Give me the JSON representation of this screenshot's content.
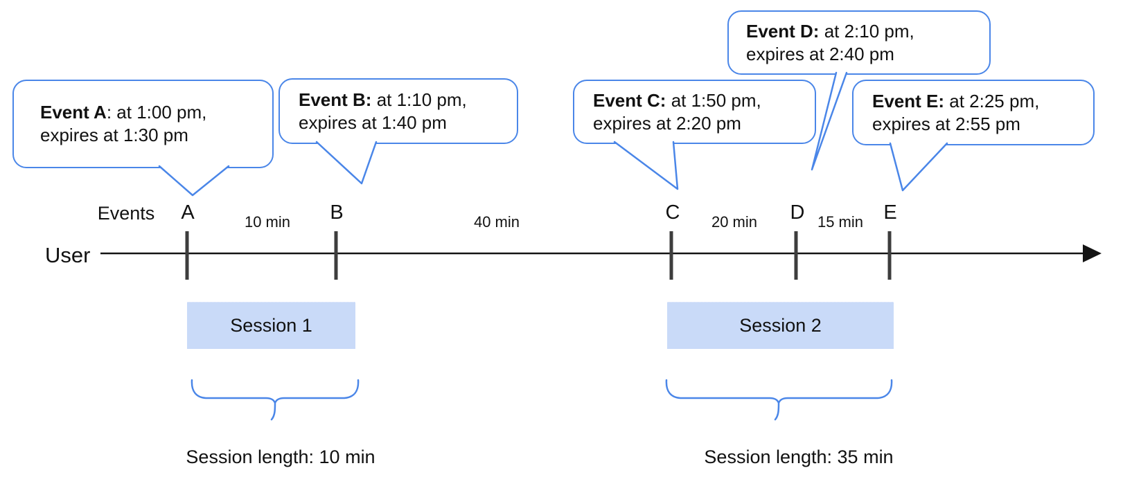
{
  "diagram": {
    "events_axis_label": "Events",
    "user_label": "User"
  },
  "events": [
    {
      "letter": "A",
      "bold": "Event A",
      "rest": ": at 1:00 pm,",
      "line2": "expires at 1:30 pm"
    },
    {
      "letter": "B",
      "bold": "Event B:",
      "rest": " at 1:10 pm,",
      "line2": "expires at 1:40 pm"
    },
    {
      "letter": "C",
      "bold": "Event C:",
      "rest": " at 1:50 pm,",
      "line2": "expires at 2:20 pm"
    },
    {
      "letter": "D",
      "bold": "Event D:",
      "rest": " at 2:10 pm,",
      "line2": "expires at 2:40 pm"
    },
    {
      "letter": "E",
      "bold": "Event E:",
      "rest": " at 2:25 pm,",
      "line2": "expires at 2:55 pm"
    }
  ],
  "gaps": [
    {
      "label": "10 min"
    },
    {
      "label": "40 min"
    },
    {
      "label": "20 min"
    },
    {
      "label": "15 min"
    }
  ],
  "sessions": [
    {
      "label": "Session 1",
      "length_label": "Session length: 10 min"
    },
    {
      "label": "Session 2",
      "length_label": "Session length: 35 min"
    }
  ],
  "colors": {
    "accent_blue": "#4a86e8",
    "session_fill": "#c9daf8",
    "tick_gray": "#3d3d3d",
    "text_black": "#111111"
  }
}
